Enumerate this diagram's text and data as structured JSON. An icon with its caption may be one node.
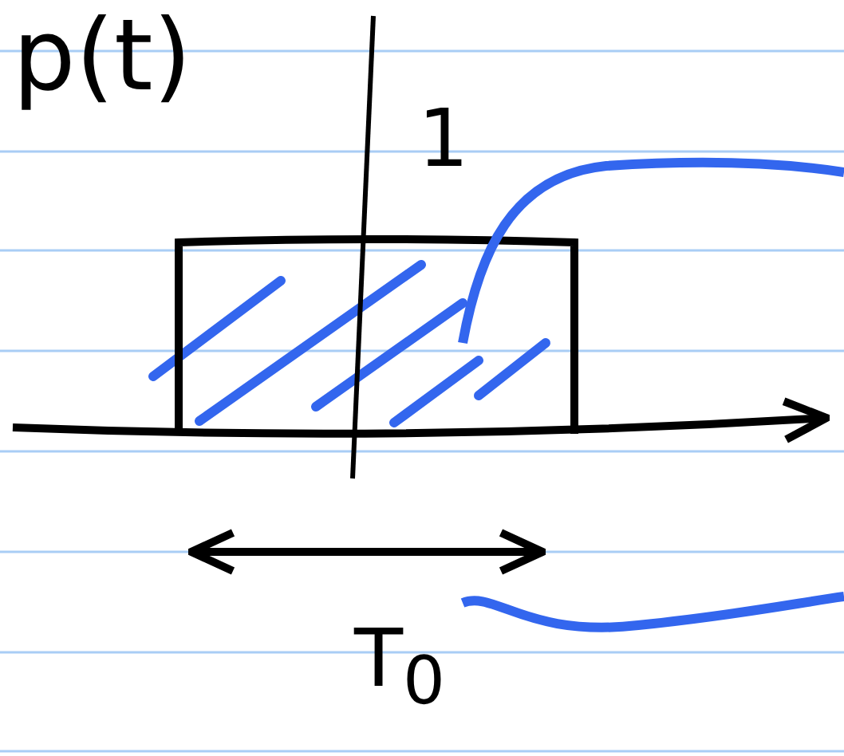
{
  "diagram": {
    "labels": [
      "p(t)",
      "1",
      "T$_{0}$"
    ]
  }
}
